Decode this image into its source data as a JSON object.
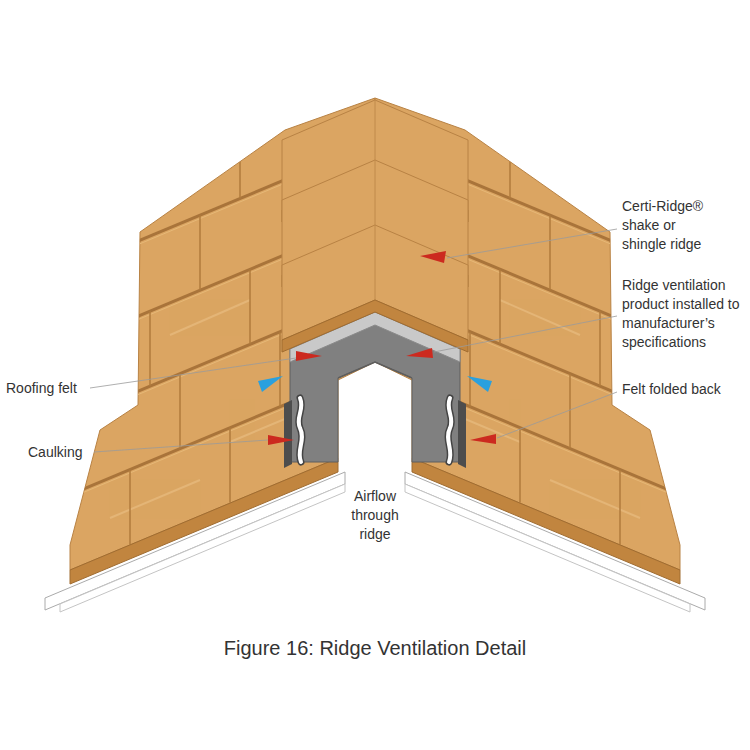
{
  "diagram": {
    "caption": "Figure 16: Ridge Ventilation Detail",
    "labels": [
      "Certi-Ridge® shake or shingle ridge",
      "Ridge ventilation product installed to manufacturer’s specifications",
      "Felt folded back",
      "Roofing felt",
      "Caulking",
      "Airflow through ridge"
    ]
  }
}
